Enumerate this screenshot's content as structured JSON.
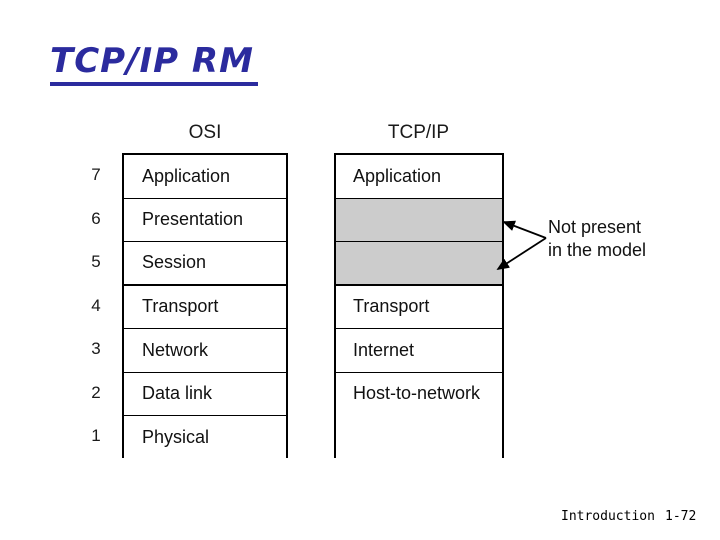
{
  "slide": {
    "title": "TCP/IP RM"
  },
  "columns": {
    "osi_header": "OSI",
    "tcpip_header": "TCP/IP"
  },
  "layer_numbers": [
    "7",
    "6",
    "5",
    "4",
    "3",
    "2",
    "1"
  ],
  "osi_layers": [
    {
      "number": "7",
      "label": "Application"
    },
    {
      "number": "6",
      "label": "Presentation"
    },
    {
      "number": "5",
      "label": "Session"
    },
    {
      "number": "4",
      "label": "Transport"
    },
    {
      "number": "3",
      "label": "Network"
    },
    {
      "number": "2",
      "label": "Data link"
    },
    {
      "number": "1",
      "label": "Physical"
    }
  ],
  "tcpip_layers": [
    {
      "label": "Application",
      "shaded": false
    },
    {
      "label": "",
      "shaded": true
    },
    {
      "label": "",
      "shaded": true
    },
    {
      "label": "Transport",
      "shaded": false
    },
    {
      "label": "Internet",
      "shaded": false
    },
    {
      "label": "Host-to-network",
      "shaded": false
    }
  ],
  "annotation": {
    "line1": "Not present",
    "line2": "in the model"
  },
  "footer": {
    "label": "Introduction",
    "page": "1-72"
  },
  "colors": {
    "title": "#2B2B9E",
    "shaded_cell": "#CCCCCC",
    "border": "#000000",
    "text": "#111111"
  }
}
